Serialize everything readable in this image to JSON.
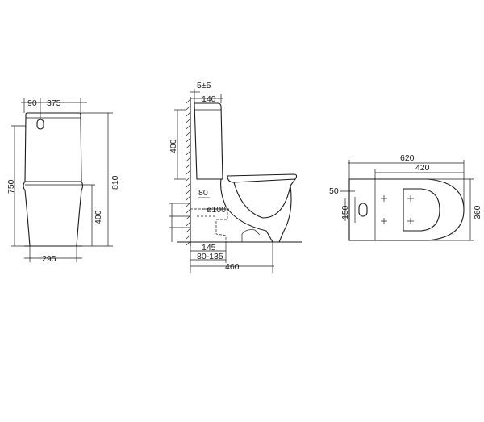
{
  "front_view": {
    "dim_tank_offset": "90",
    "dim_tank_width": "375",
    "dim_seat_height": "750",
    "dim_total_height": "810",
    "dim_bowl_height": "400",
    "dim_base_width": "295"
  },
  "side_view": {
    "dim_wall_gap": "5±5",
    "dim_tank_depth": "140",
    "dim_tank_height": "400",
    "dim_outlet_height": "80",
    "dim_outlet_diameter": "ø100",
    "dim_outlet_length": "145",
    "dim_outlet_range": "80-135",
    "dim_total_depth": "460"
  },
  "top_view": {
    "dim_total_length": "620",
    "dim_bowl_length": "420",
    "dim_fixing_offset": "50",
    "dim_fixing_spacing": "150",
    "dim_width": "360"
  }
}
